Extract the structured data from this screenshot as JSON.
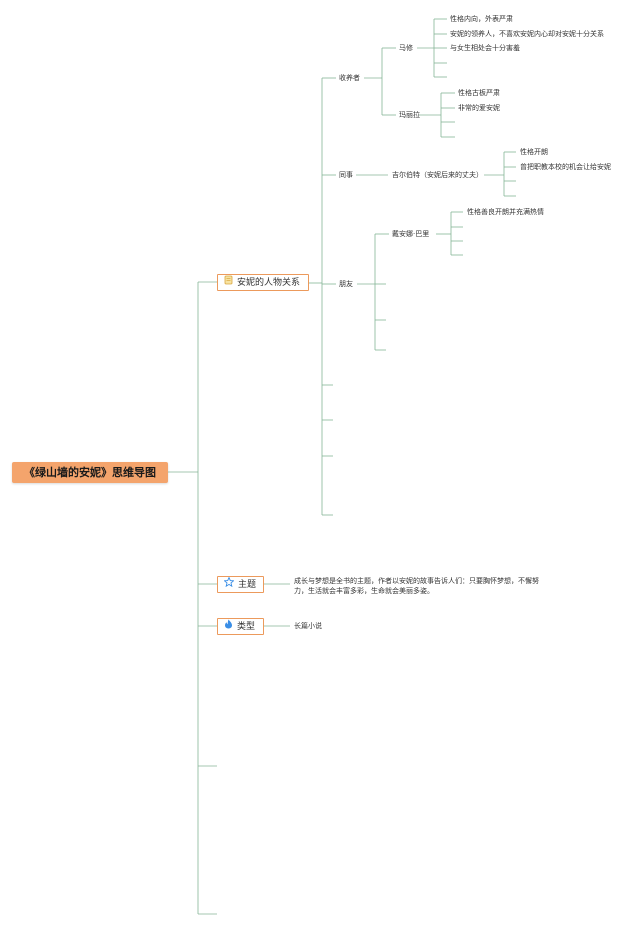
{
  "root": {
    "title": "《绿山墙的安妮》思维导图"
  },
  "branches": {
    "relations": {
      "label": "安妮的人物关系",
      "icon": "doc-icon"
    },
    "theme": {
      "label": "主题",
      "icon": "star-icon"
    },
    "genre": {
      "label": "类型",
      "icon": "flame-icon"
    }
  },
  "relations": {
    "adopters": {
      "label": "收养者",
      "matthew": {
        "name": "马修",
        "traits": [
          "性格内向，外表严肃",
          "安妮的领养人，不喜欢安妮内心却对安妮十分关系",
          "与女生相处会十分害羞"
        ]
      },
      "marilla": {
        "name": "玛丽拉",
        "traits": [
          "性格古板严肃",
          "非常的爱安妮"
        ]
      }
    },
    "colleague": {
      "label": "同事",
      "gilbert": {
        "name": "吉尔伯特（安妮后来的丈夫）",
        "traits": [
          "性格开朗",
          "曾把职教本校的机会让给安妮"
        ]
      }
    },
    "friends": {
      "label": "朋友",
      "diana": {
        "name": "戴安娜·巴里",
        "traits": [
          "性格善良开朗并充满热情"
        ]
      }
    }
  },
  "theme": {
    "text": "成长与梦想是全书的主题，作者以安妮的故事告诉人们：只要胸怀梦想，不懈努力，生活就会丰富多彩，生命就会美丽多姿。"
  },
  "genre": {
    "text": "长篇小说"
  },
  "colors": {
    "root_fill": "#f4a46c",
    "branch_border": "#ec9a5c",
    "line": "#86b596"
  }
}
